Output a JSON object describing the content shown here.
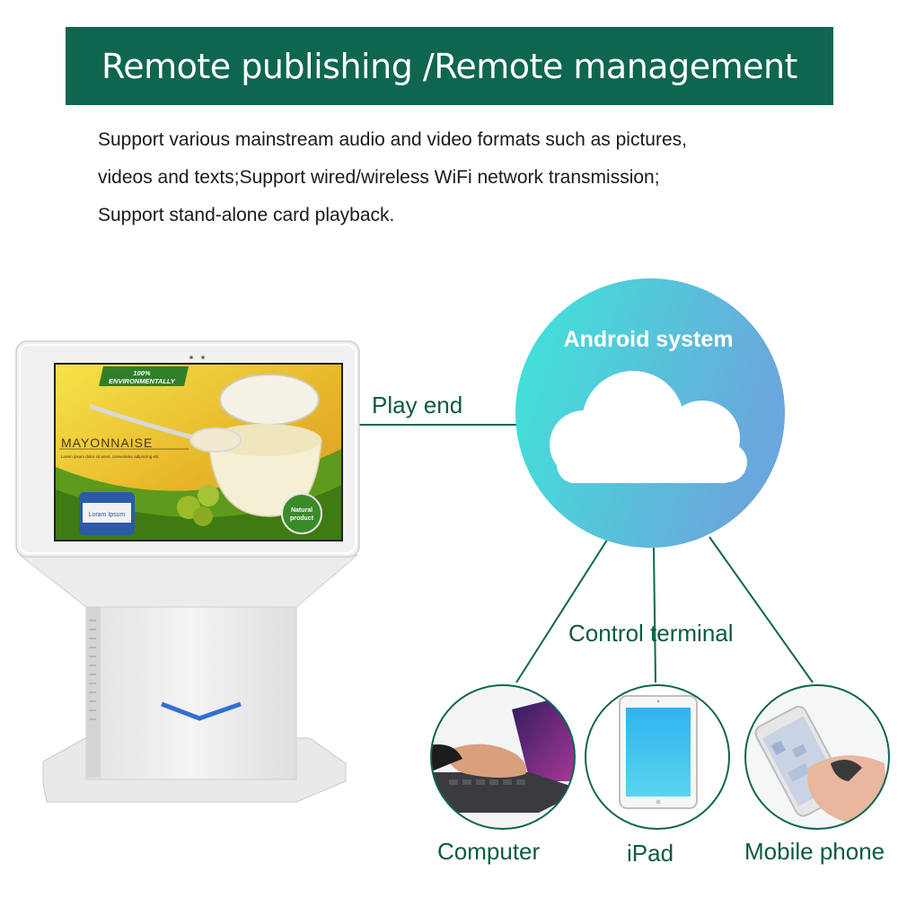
{
  "banner": {
    "title": "Remote publishing /Remote management"
  },
  "description": {
    "line1": "Support various mainstream audio and video formats such as pictures,",
    "line2": "videos and texts;Support wired/wireless WiFi network transmission;",
    "line3": "Support stand-alone card playback."
  },
  "screen_ad": {
    "badge_line1": "100%",
    "badge_line2": "ENVIRONMENTALLY",
    "product_title": "MAYONNAISE",
    "tagline": "Lorem ipsum dolor sit amet, consectetur adipiscing elit.",
    "jar_label": "Loram Ipsum",
    "natural_line1": "Natural",
    "natural_line2": "product"
  },
  "diagram": {
    "android_label": "Android system",
    "play_end_label": "Play end",
    "control_terminal_label": "Control terminal",
    "devices": {
      "computer_label": "Computer",
      "ipad_label": "iPad",
      "phone_label": "Mobile phone"
    }
  },
  "colors": {
    "banner_bg": "#0f6650",
    "label_text": "#0d5a44",
    "connector_line": "#0f6650",
    "cloud_gradient_start": "#3ee6d8",
    "cloud_gradient_end": "#6aa7dc"
  }
}
